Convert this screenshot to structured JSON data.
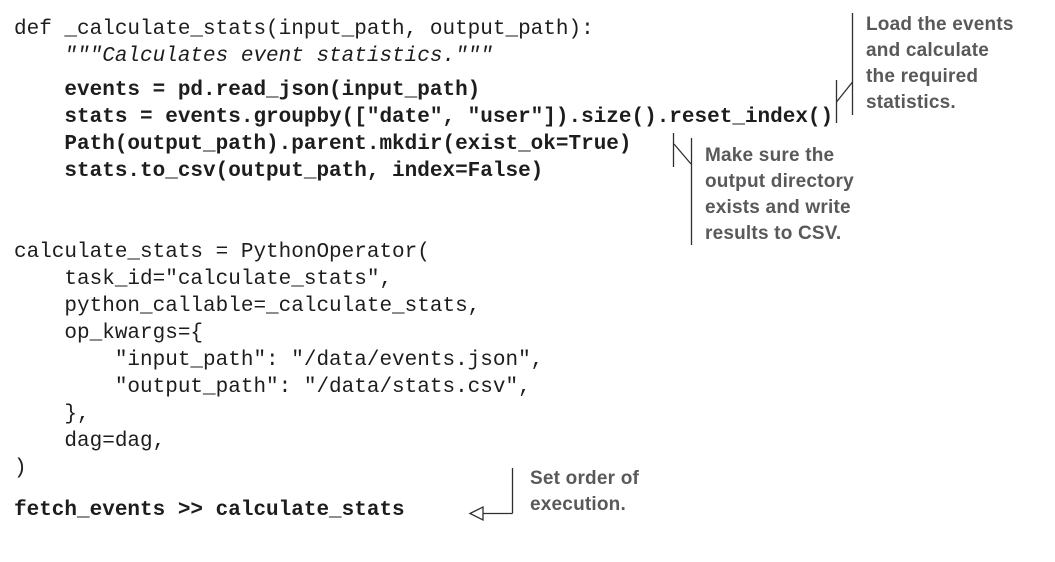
{
  "page": {
    "background": "#ffffff",
    "description": "Printed code listing of an Airflow PythonOperator task with margin annotations"
  },
  "colors": {
    "code_text": "#1d1d1f",
    "annotation_text": "#58595b",
    "connector_line": "#2f2f31"
  },
  "code_blocks": {
    "function_def": {
      "weight": "regular",
      "lines": [
        "def _calculate_stats(input_path, output_path):",
        "    \"\"\"Calculates event statistics.\"\"\""
      ]
    },
    "function_body": {
      "weight": "bold",
      "lines": [
        "    events = pd.read_json(input_path)",
        "    stats = events.groupby([\"date\", \"user\"]).size().reset_index()",
        "    Path(output_path).parent.mkdir(exist_ok=True)",
        "    stats.to_csv(output_path, index=False)"
      ]
    },
    "operator_def": {
      "weight": "regular",
      "lines": [
        "calculate_stats = PythonOperator(",
        "    task_id=\"calculate_stats\",",
        "    python_callable=_calculate_stats,",
        "    op_kwargs={",
        "        \"input_path\": \"/data/events.json\",",
        "        \"output_path\": \"/data/stats.csv\",",
        "    },",
        "    dag=dag,",
        ")"
      ]
    },
    "dependency": {
      "weight": "bold",
      "lines": [
        "fetch_events >> calculate_stats"
      ]
    }
  },
  "annotations": {
    "load_events": {
      "lines": [
        "Load the events",
        "and calculate",
        "the required",
        "statistics."
      ]
    },
    "output_dir": {
      "lines": [
        "Make sure the",
        "output directory",
        "exists and write",
        "results to CSV."
      ]
    },
    "set_order": {
      "lines": [
        "Set order of",
        "execution."
      ]
    }
  }
}
